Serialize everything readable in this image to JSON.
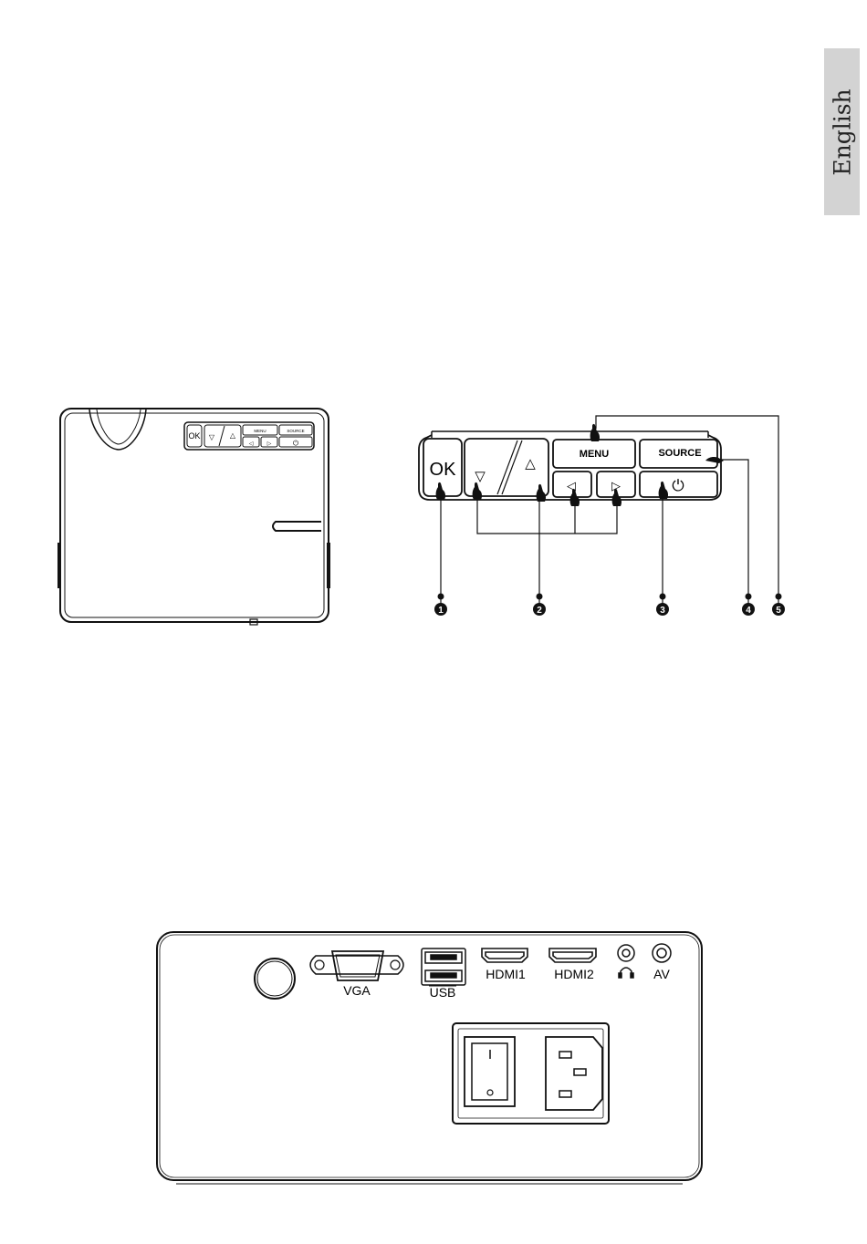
{
  "side_tab": {
    "language": "English"
  },
  "top_view": {
    "buttons": {
      "ok": "OK",
      "menu": "MENU",
      "source": "SOURCE"
    }
  },
  "control_panel": {
    "buttons": {
      "ok": "OK",
      "menu": "MENU",
      "source": "SOURCE"
    },
    "callouts": [
      "1",
      "2",
      "3",
      "4",
      "5"
    ]
  },
  "rear_panel": {
    "ports": {
      "vga": "VGA",
      "usb": "USB",
      "hdmi1": "HDMI1",
      "hdmi2": "HDMI2",
      "av": "AV"
    }
  },
  "icons": [
    "power-icon",
    "down-arrow-icon",
    "up-arrow-icon",
    "left-arrow-icon",
    "right-arrow-icon",
    "headphone-icon",
    "finger-pointer-icon"
  ],
  "colors": {
    "tab_background": "#d3d3d3",
    "line": "#111111"
  }
}
